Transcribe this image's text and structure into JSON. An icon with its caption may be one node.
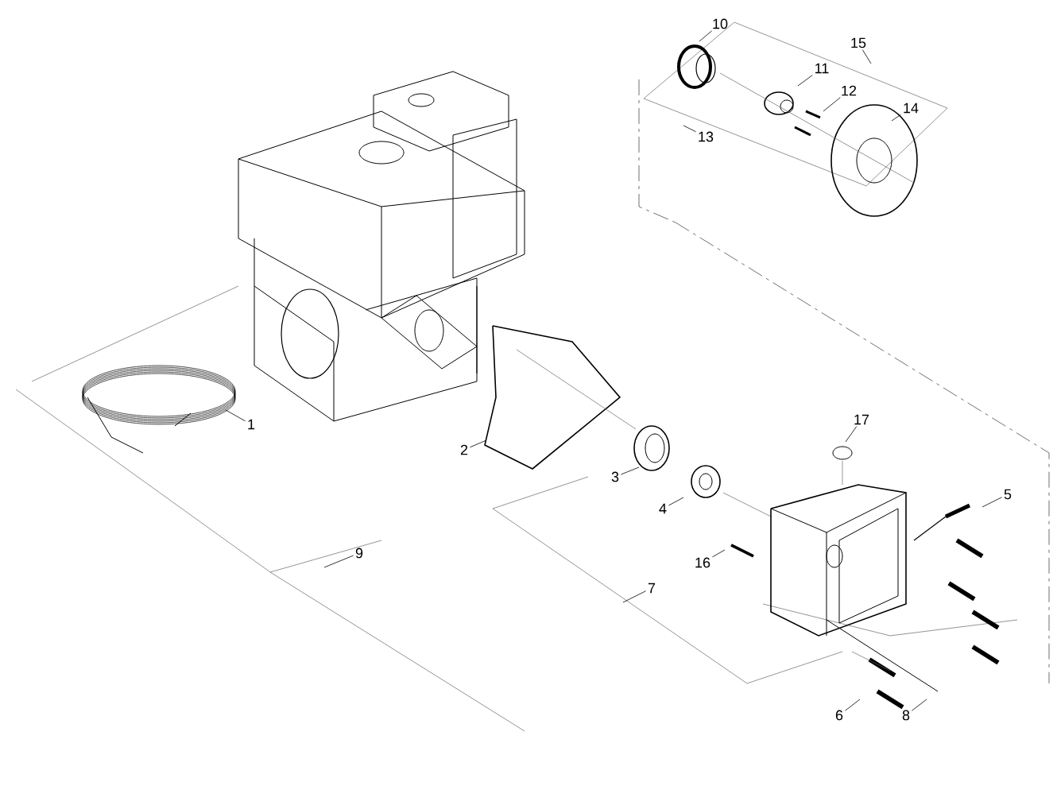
{
  "diagram": {
    "nodes": [
      {
        "text": [
          "10"
        ]
      },
      {
        "text": [
          "15"
        ]
      },
      {
        "text": [
          "11"
        ]
      },
      {
        "text": [
          "12"
        ]
      },
      {
        "text": [
          "14"
        ]
      },
      {
        "text": [
          "13"
        ]
      },
      {
        "text": [
          "1"
        ]
      },
      {
        "text": [
          "2"
        ]
      },
      {
        "text": [
          "17"
        ]
      },
      {
        "text": [
          "3"
        ]
      },
      {
        "text": [
          "5"
        ]
      },
      {
        "text": [
          "4"
        ]
      },
      {
        "text": [
          "16"
        ]
      },
      {
        "text": [
          "9"
        ]
      },
      {
        "text": [
          "7"
        ]
      },
      {
        "text": [
          "6"
        ]
      },
      {
        "text": [
          "8"
        ]
      }
    ],
    "edges": [
      {
        "from": 0,
        "to": null,
        "arrow": "none"
      },
      {
        "from": 1,
        "to": null,
        "arrow": "none"
      },
      {
        "from": 2,
        "to": null,
        "arrow": "none"
      },
      {
        "from": 3,
        "to": null,
        "arrow": "none"
      },
      {
        "from": 4,
        "to": null,
        "arrow": "none"
      },
      {
        "from": 5,
        "to": null,
        "arrow": "none"
      },
      {
        "from": 6,
        "to": null,
        "arrow": "none"
      },
      {
        "from": 7,
        "to": null,
        "arrow": "none"
      },
      {
        "from": 8,
        "to": null,
        "arrow": "none"
      },
      {
        "from": 9,
        "to": null,
        "arrow": "none"
      },
      {
        "from": 10,
        "to": null,
        "arrow": "none"
      },
      {
        "from": 11,
        "to": null,
        "arrow": "none"
      },
      {
        "from": 12,
        "to": null,
        "arrow": "none"
      },
      {
        "from": 13,
        "to": null,
        "arrow": "none"
      },
      {
        "from": 14,
        "to": null,
        "arrow": "none"
      },
      {
        "from": 15,
        "to": null,
        "arrow": "none"
      },
      {
        "from": 16,
        "to": null,
        "arrow": "none"
      }
    ]
  }
}
